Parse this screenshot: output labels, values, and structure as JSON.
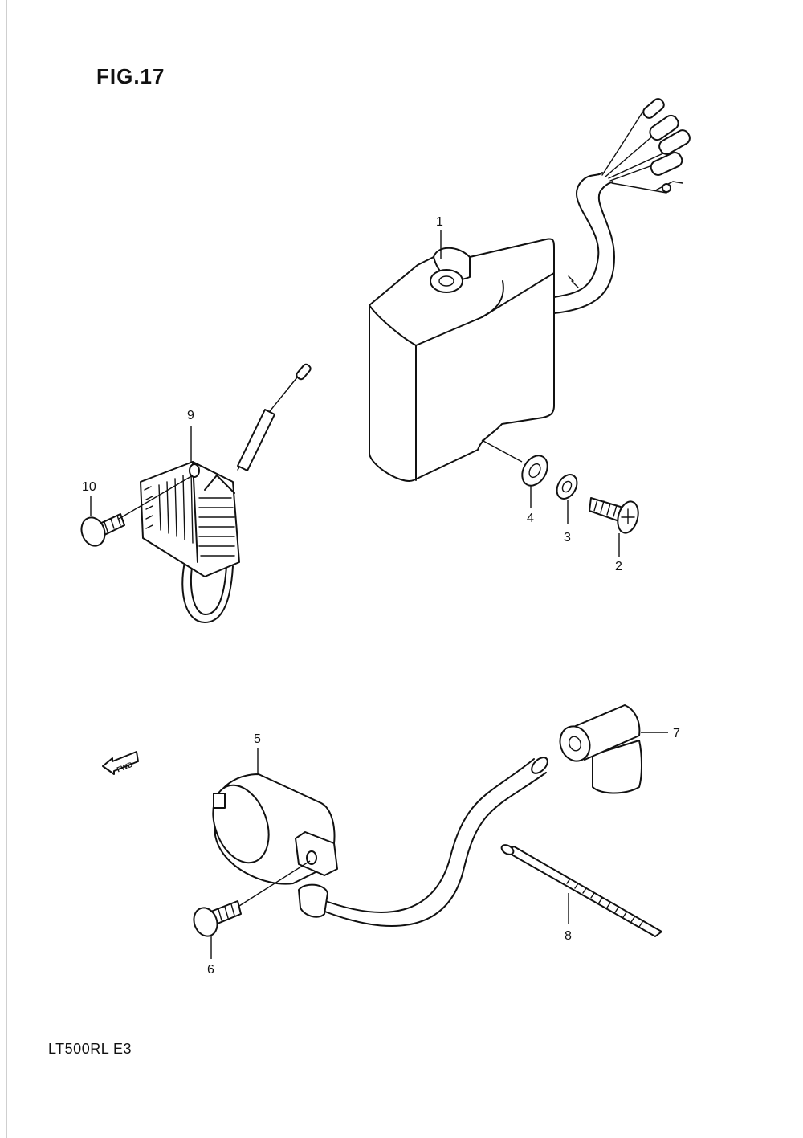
{
  "figure": {
    "title": "FIG.17",
    "model_code": "LT500RL  E3",
    "fwd_label": "FWD"
  },
  "callouts": [
    "1",
    "2",
    "3",
    "4",
    "5",
    "6",
    "7",
    "8",
    "9",
    "10"
  ],
  "parts": [
    {
      "ref": "1",
      "icon": "ignitor-unit-icon"
    },
    {
      "ref": "2",
      "icon": "screw-icon"
    },
    {
      "ref": "3",
      "icon": "washer-icon"
    },
    {
      "ref": "4",
      "icon": "washer-icon"
    },
    {
      "ref": "5",
      "icon": "ignition-coil-icon"
    },
    {
      "ref": "6",
      "icon": "screw-icon"
    },
    {
      "ref": "7",
      "icon": "plug-cap-icon"
    },
    {
      "ref": "8",
      "icon": "cable-tie-icon"
    },
    {
      "ref": "9",
      "icon": "regulator-icon"
    },
    {
      "ref": "10",
      "icon": "screw-icon"
    }
  ]
}
